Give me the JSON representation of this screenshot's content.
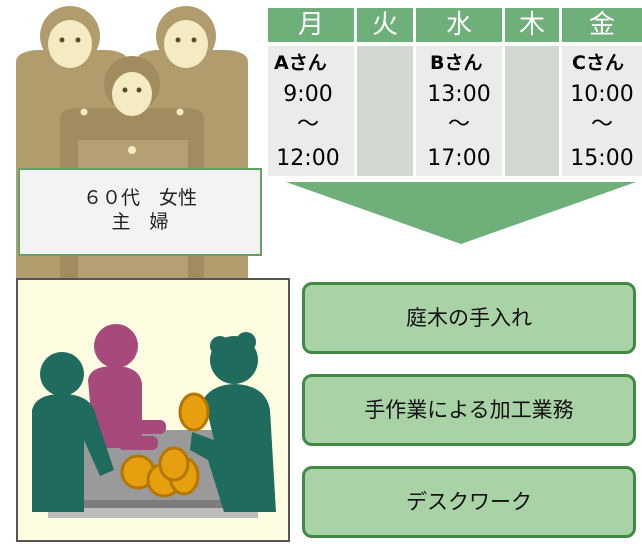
{
  "schedule": {
    "days": [
      "月",
      "火",
      "水",
      "木",
      "金"
    ],
    "entries": [
      {
        "name": "Aさん",
        "start": "9:00",
        "tilde": "～",
        "end": "12:00"
      },
      {
        "name": "Bさん",
        "start": "13:00",
        "tilde": "～",
        "end": "17:00"
      },
      {
        "name": "Cさん",
        "start": "10:00",
        "tilde": "～",
        "end": "15:00"
      }
    ]
  },
  "profile": {
    "line1": "６０代　女性",
    "line2": "主　婦"
  },
  "jobs": [
    "庭木の手入れ",
    "手作業による加工業務",
    "デスクワーク"
  ],
  "colors": {
    "header_green": "#6fb07a",
    "job_fill": "#a9d3a6",
    "job_border": "#3f8b45",
    "figure_tan": "#b09c6d",
    "figure_face": "#f4ebc3",
    "teal": "#1f6b5e",
    "magenta": "#a64a7c",
    "coin": "#e6a00f"
  },
  "icons": [
    "people-group-icon",
    "meeting-icon",
    "down-arrow-icon"
  ]
}
